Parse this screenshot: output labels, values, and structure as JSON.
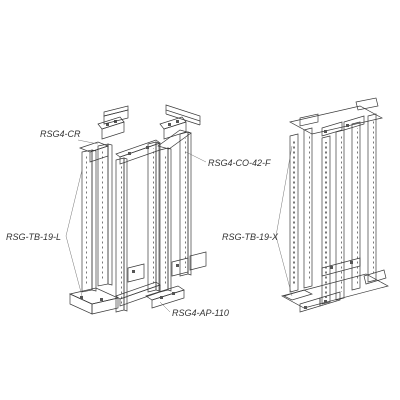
{
  "labels": {
    "cr": "RSG4-CR",
    "co": "RSG4-CO-42-F",
    "tb_l": "RSG-TB-19-L",
    "ap": "RSG4-AP-110",
    "tb_x": "RSG-TB-19-X"
  },
  "colors": {
    "line": "#3a3a3a",
    "part_fill": "#d9d9d9",
    "part_dark": "#b3b3b3",
    "background": "#ffffff"
  }
}
